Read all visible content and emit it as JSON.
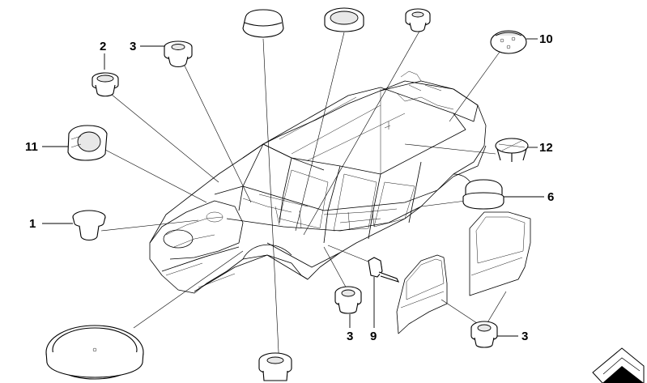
{
  "callouts": {
    "c1": "1",
    "c2": "2",
    "c3a": "3",
    "c3b": "3",
    "c3c": "3",
    "c6": "6",
    "c9": "9",
    "c10": "10",
    "c11": "11",
    "c12": "12"
  },
  "icons": {
    "corner": "folded-sheet-icon"
  }
}
